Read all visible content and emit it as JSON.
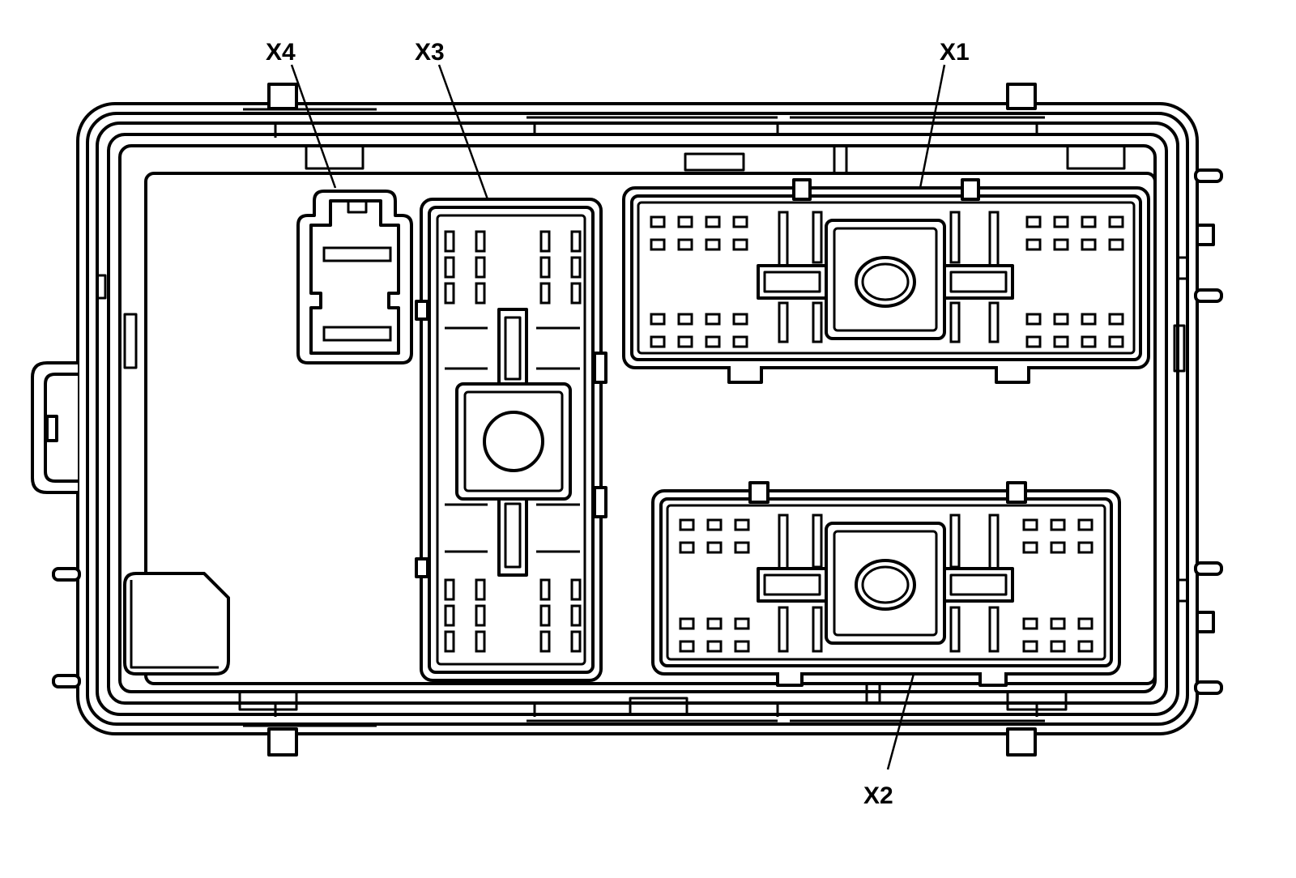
{
  "diagram": {
    "colors": {
      "line": "#000000",
      "background": "#ffffff"
    },
    "connectors": [
      {
        "id": "x4",
        "label": "X4"
      },
      {
        "id": "x3",
        "label": "X3"
      },
      {
        "id": "x1",
        "label": "X1"
      },
      {
        "id": "x2",
        "label": "X2"
      }
    ]
  }
}
